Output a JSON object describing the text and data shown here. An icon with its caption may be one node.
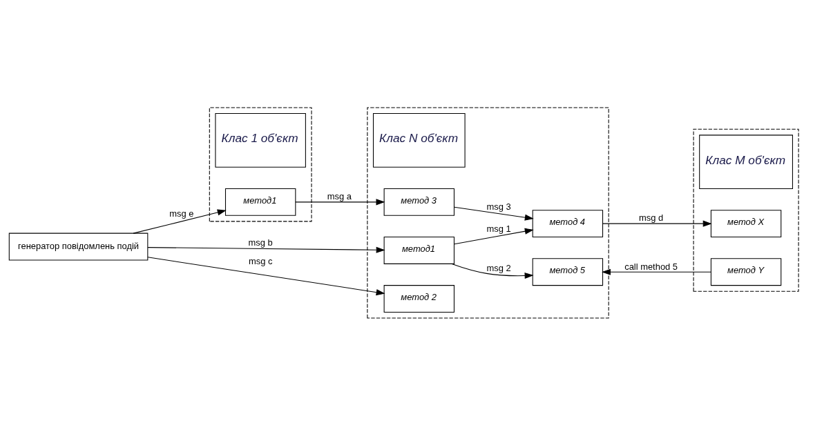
{
  "diagram": {
    "nodes": [
      {
        "text": [],
        "shape": "box"
      },
      {
        "text": [
          "Клас 1 об'єкт"
        ],
        "in": 0
      },
      {
        "text": [
          "метод1"
        ],
        "in": 0
      },
      {
        "text": [],
        "shape": "box"
      },
      {
        "text": [
          "Клас N об'єкт"
        ],
        "in": 3
      },
      {
        "text": [
          "метод1"
        ],
        "in": 3
      },
      {
        "text": [
          "метод 2"
        ],
        "in": 3
      },
      {
        "text": [
          "метод 3"
        ],
        "in": 3
      },
      {
        "text": [
          "метод 4"
        ],
        "in": 3
      },
      {
        "text": [
          "метод 5"
        ],
        "in": 3
      },
      {
        "text": [],
        "shape": "box"
      },
      {
        "text": [
          "Клас M об'єкт"
        ],
        "in": 10
      },
      {
        "text": [
          "метод X"
        ],
        "in": 10
      },
      {
        "text": [
          "метод Y"
        ],
        "in": 10
      },
      {
        "text": [
          "генератор повідомлень подій"
        ]
      }
    ],
    "edges": [
      {
        "from": 2,
        "to": 7,
        "arrow": "to",
        "label": "msg a"
      },
      {
        "from": 14,
        "to": 2,
        "arrow": "to",
        "label": "msg e"
      },
      {
        "from": 14,
        "to": 5,
        "arrow": "to",
        "label": "msg b"
      },
      {
        "from": 14,
        "to": 6,
        "arrow": "to",
        "label": "msg c"
      },
      {
        "from": 5,
        "to": 8,
        "arrow": "to",
        "label": "msg 1"
      },
      {
        "from": 5,
        "to": 9,
        "arrow": "to",
        "label": "msg 2"
      },
      {
        "from": 7,
        "to": 8,
        "arrow": "to",
        "label": "msg 3"
      },
      {
        "from": 8,
        "to": 12,
        "arrow": "to",
        "label": "msg d"
      },
      {
        "from": 13,
        "to": 9,
        "arrow": "to",
        "label": "call method 5"
      }
    ]
  }
}
